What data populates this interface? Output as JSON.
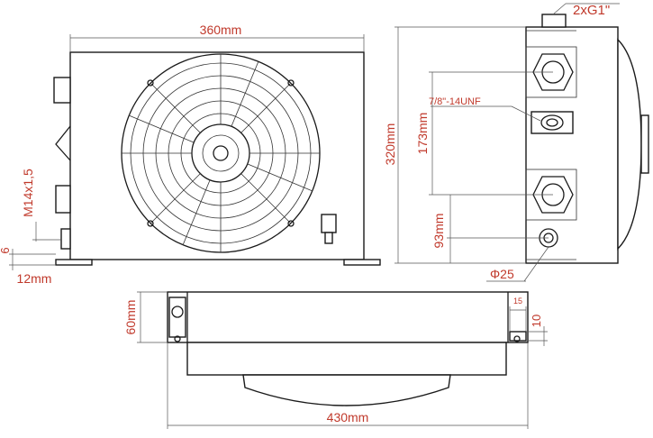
{
  "labels": {
    "width_front": "360mm",
    "thread_m": "M14x1,5",
    "height_total": "320mm",
    "port_spacing": "173mm",
    "port_bottom": "93mm",
    "port_size": "2xG1\"",
    "sensor_thread": "7/8\"-14UNF",
    "drain_dia": "Φ25",
    "foot_offset": "6",
    "foot_height": "12mm",
    "depth": "60mm",
    "width_top": "430mm",
    "slot_width": "15",
    "slot_len": "10"
  },
  "colors": {
    "label": "#c0392b",
    "line": "#1a1a1a"
  }
}
